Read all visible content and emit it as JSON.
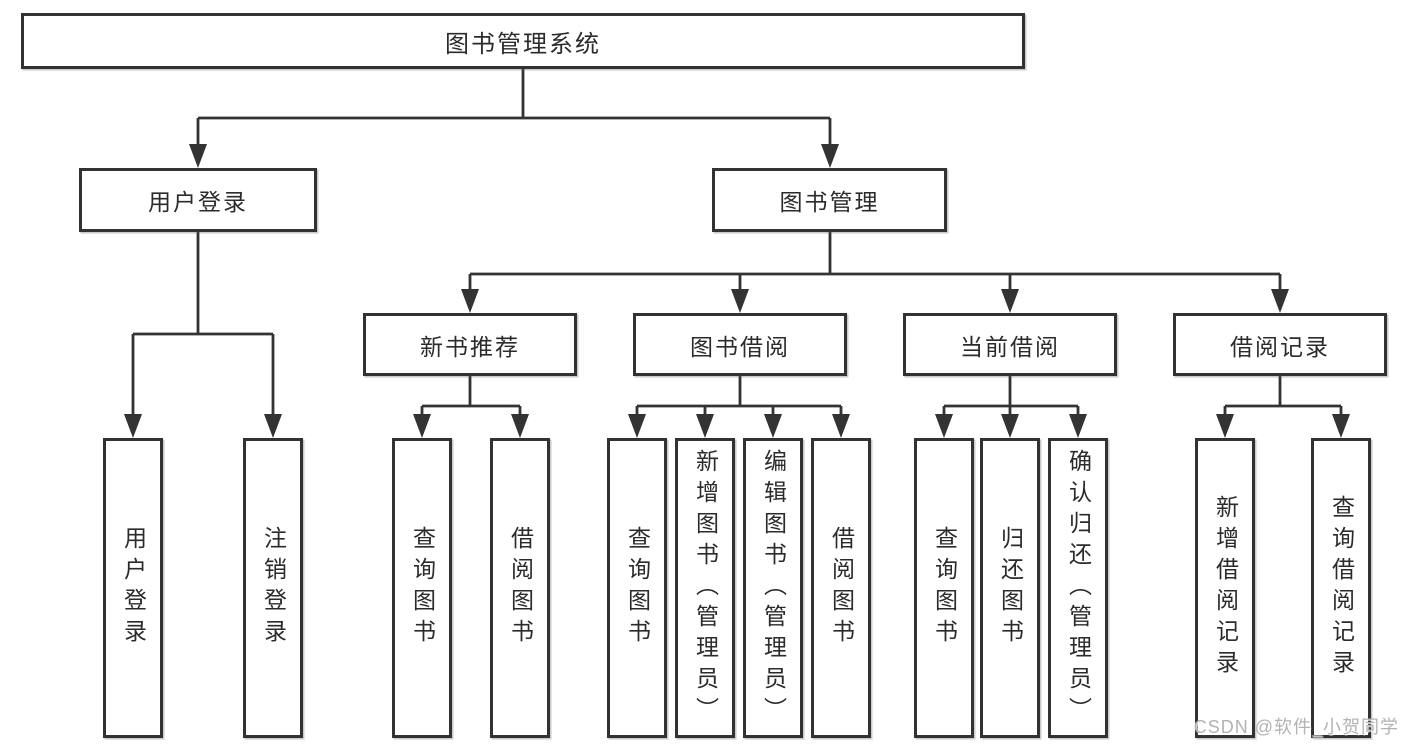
{
  "diagram": {
    "root": {
      "label": "图书管理系统"
    },
    "level2": [
      {
        "id": "user-login",
        "label": "用户登录"
      },
      {
        "id": "book-management",
        "label": "图书管理"
      }
    ],
    "level3": [
      {
        "id": "new-book-recommend",
        "label": "新书推荐"
      },
      {
        "id": "book-borrow",
        "label": "图书借阅"
      },
      {
        "id": "current-borrow",
        "label": "当前借阅"
      },
      {
        "id": "borrow-records",
        "label": "借阅记录"
      }
    ],
    "leaves": {
      "user_login": [
        "用户登录",
        "注销登录"
      ],
      "new_book_recommend": [
        "查询图书",
        "借阅图书"
      ],
      "book_borrow": [
        "查询图书",
        "新增图书（管理员）",
        "编辑图书（管理员）",
        "借阅图书"
      ],
      "current_borrow": [
        "查询图书",
        "归还图书",
        "确认归还（管理员）"
      ],
      "borrow_records": [
        "新增借阅记录",
        "查询借阅记录"
      ]
    }
  },
  "watermark": {
    "text": "CSDN @软件_小贺同学"
  },
  "colors": {
    "line": "#333333",
    "box_border": "#323232",
    "text": "#2b2b2b",
    "background": "#ffffff",
    "watermark": "#b3b3b3"
  }
}
